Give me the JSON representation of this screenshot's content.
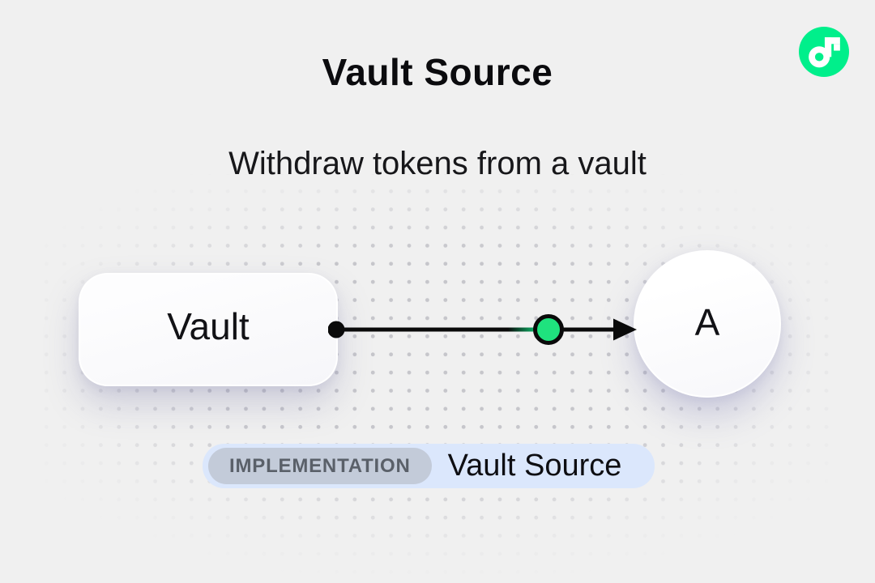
{
  "page": {
    "title": "Vault Source",
    "subtitle": "Withdraw tokens from a vault"
  },
  "logo": {
    "name": "Flow"
  },
  "diagram": {
    "vault_label": "Vault",
    "account_label": "A"
  },
  "badge": {
    "tag": "IMPLEMENTATION",
    "label": "Vault Source"
  },
  "colors": {
    "background": "#f0f0f0",
    "flow_green": "#00ef8b",
    "node_green": "#1fe27e",
    "badge_bg": "#dbe7fc",
    "tag_bg": "#c3cbd9",
    "line_black": "#0a0a0a"
  }
}
